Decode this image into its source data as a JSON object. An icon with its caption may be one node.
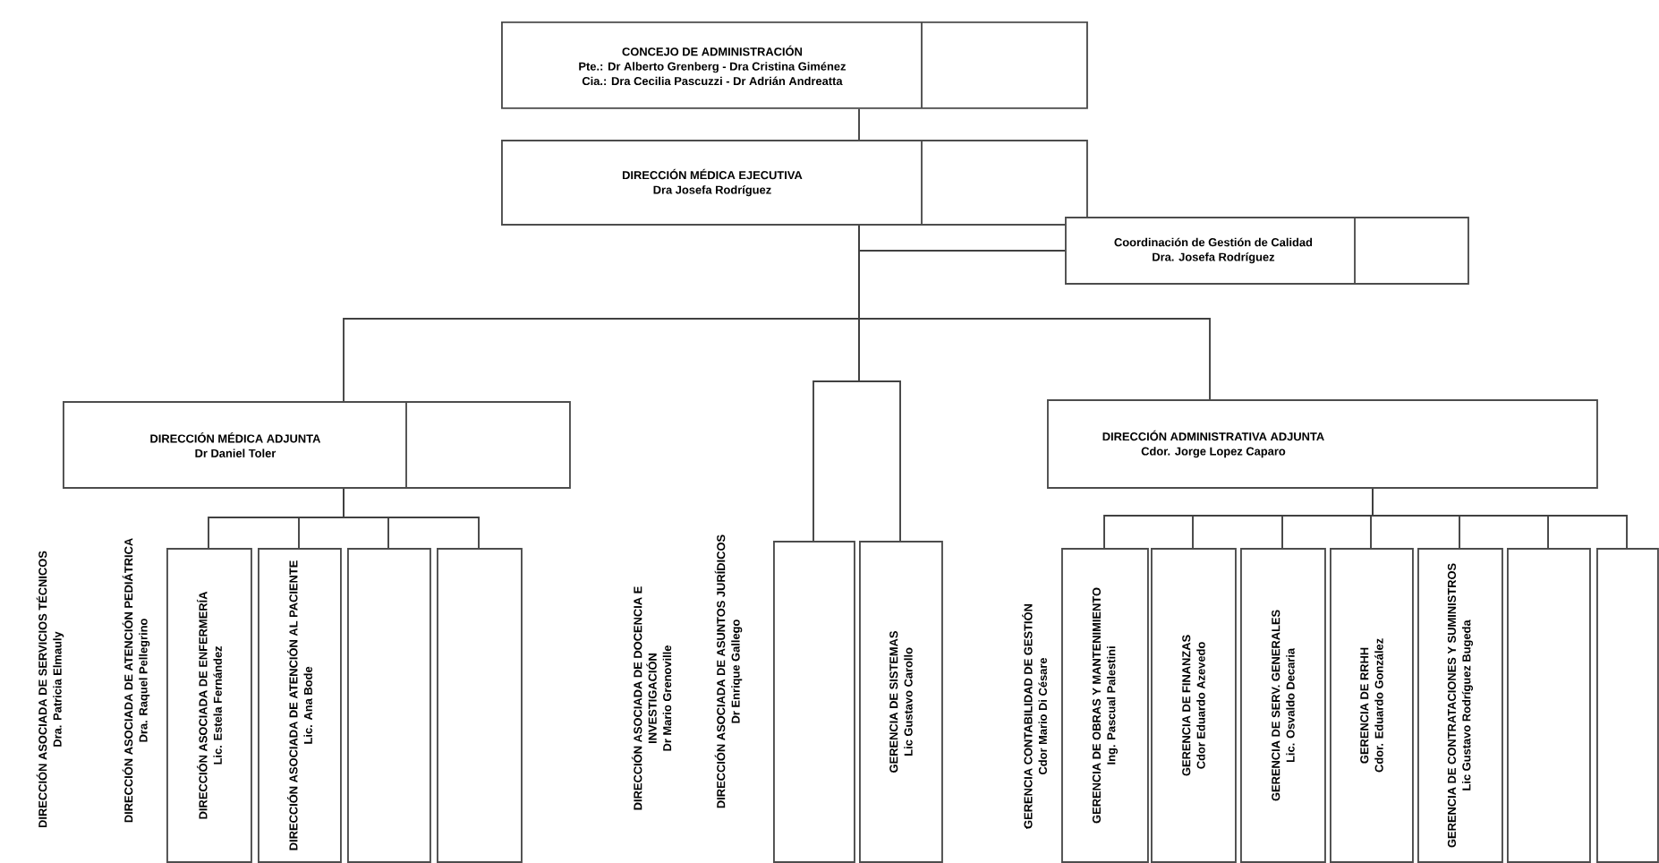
{
  "diagram": {
    "nodes": [
      {
        "text": [
          "CONCEJO DE ADMINISTRACIÓN",
          "Pte.: Dr Alberto Grenberg - Dra Cristina Giménez",
          "Cia.: Dra Cecilia Pascuzzi - Dr Adrián Andreatta"
        ]
      },
      {
        "text": [
          "DIRECCIÓN MÉDICA EJECUTIVA",
          "Dra Josefa Rodríguez"
        ]
      },
      {
        "text": [
          "Coordinación de Gestión de Calidad",
          "Dra. Josefa Rodríguez"
        ]
      },
      {
        "text": [
          "DIRECCIÓN MÉDICA ADJUNTA",
          "Dr Daniel Toler"
        ]
      },
      {
        "text": [
          "DIRECCIÓN ADMINISTRATIVA ADJUNTA",
          "Cdor. Jorge Lopez Caparo"
        ]
      },
      {
        "text": [
          "DIRECCIÓN ASOCIADA DE ENFERMERÍA",
          "Lic. Estela Fernández"
        ]
      },
      {
        "text": [
          "DIRECCIÓN ASOCIADA DE ATENCIÓN AL PACIENTE",
          "Lic. Ana Bode"
        ]
      },
      {
        "text": [],
        "shape": "box"
      },
      {
        "text": [],
        "shape": "box"
      },
      {
        "text": [],
        "shape": "box"
      },
      {
        "text": [
          "GERENCIA DE SISTEMAS",
          "Lic Gustavo Carollo"
        ]
      },
      {
        "text": [
          "GERENCIA DE OBRAS Y MANTENIMIENTO",
          "Ing. Pascual Palestini"
        ]
      },
      {
        "text": [
          "GERENCIA DE FINANZAS",
          "Cdor Eduardo Azevedo"
        ]
      },
      {
        "text": [
          "GERENCIA DE SERV. GENERALES",
          "Lic. Osvaldo Decaria"
        ]
      },
      {
        "text": [
          "GERENCIA DE RRHH",
          "Cdor. Eduardo González"
        ]
      },
      {
        "text": [
          "GERENCIA DE CONTRATACIONES Y SUMINISTROS",
          "Lic Gustavo Rodríguez Bugeda"
        ]
      },
      {
        "text": [],
        "shape": "box"
      },
      {
        "text": [],
        "shape": "box"
      }
    ],
    "edges": [
      {
        "from": 0,
        "to": 1,
        "arrow": "none"
      },
      {
        "from": 1,
        "to": 2,
        "arrow": "none"
      },
      {
        "from": 1,
        "to": 3,
        "arrow": "none"
      },
      {
        "from": 1,
        "to": 4,
        "arrow": "none"
      },
      {
        "from": 1,
        "to": 9,
        "arrow": "none"
      },
      {
        "from": 1,
        "to": 10,
        "arrow": "none"
      },
      {
        "from": 3,
        "to": 5,
        "arrow": "none"
      },
      {
        "from": 3,
        "to": 6,
        "arrow": "none"
      },
      {
        "from": 3,
        "to": 7,
        "arrow": "none"
      },
      {
        "from": 3,
        "to": 8,
        "arrow": "none"
      },
      {
        "from": 4,
        "to": 11,
        "arrow": "none"
      },
      {
        "from": 4,
        "to": 12,
        "arrow": "none"
      },
      {
        "from": 4,
        "to": 13,
        "arrow": "none"
      },
      {
        "from": 4,
        "to": 14,
        "arrow": "none"
      },
      {
        "from": 4,
        "to": 15,
        "arrow": "none"
      },
      {
        "from": 4,
        "to": 16,
        "arrow": "none"
      },
      {
        "from": 4,
        "to": 17,
        "arrow": "none"
      }
    ],
    "labels": [
      "DIRECCIÓN ASOCIADA DE SERVICIOS TÉCNICOS",
      "Dra. Patricia Elmauly",
      "DIRECCIÓN ASOCIADA DE ATENCIÓN PEDIÁTRICA",
      "Dra. Raquel Pellegrino",
      "DIRECCIÓN ASOCIADA DE DOCENCIA E INVESTIGACIÓN",
      "Dr Mario Grenoville",
      "DIRECCIÓN ASOCIADA DE ASUNTOS JURÍDICOS",
      "Dr Enrique Gallego",
      "GERENCIA CONTABILIDAD DE GESTIÓN",
      "Cdor Mario Di Césare"
    ]
  }
}
